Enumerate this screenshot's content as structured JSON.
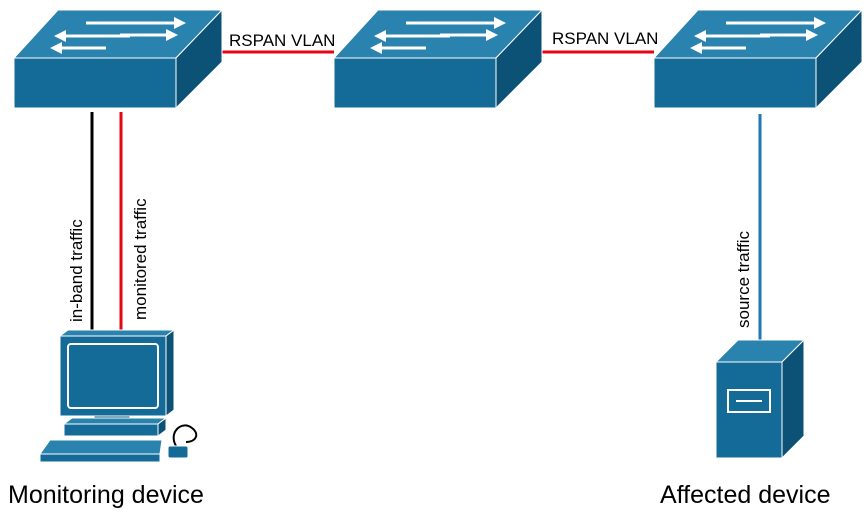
{
  "links": {
    "rspan_left": "RSPAN VLAN",
    "rspan_right": "RSPAN VLAN",
    "in_band": "in-band traffic",
    "monitored": "monitored traffic",
    "source": "source traffic"
  },
  "devices": {
    "monitoring": "Monitoring device",
    "affected": "Affected device"
  },
  "colors": {
    "device_front": "#146B98",
    "device_top": "#2A82AE",
    "device_side": "#0C5277",
    "rspan_link": "#E30613",
    "source_link": "#1F77B4",
    "in_band_link": "#000000"
  }
}
